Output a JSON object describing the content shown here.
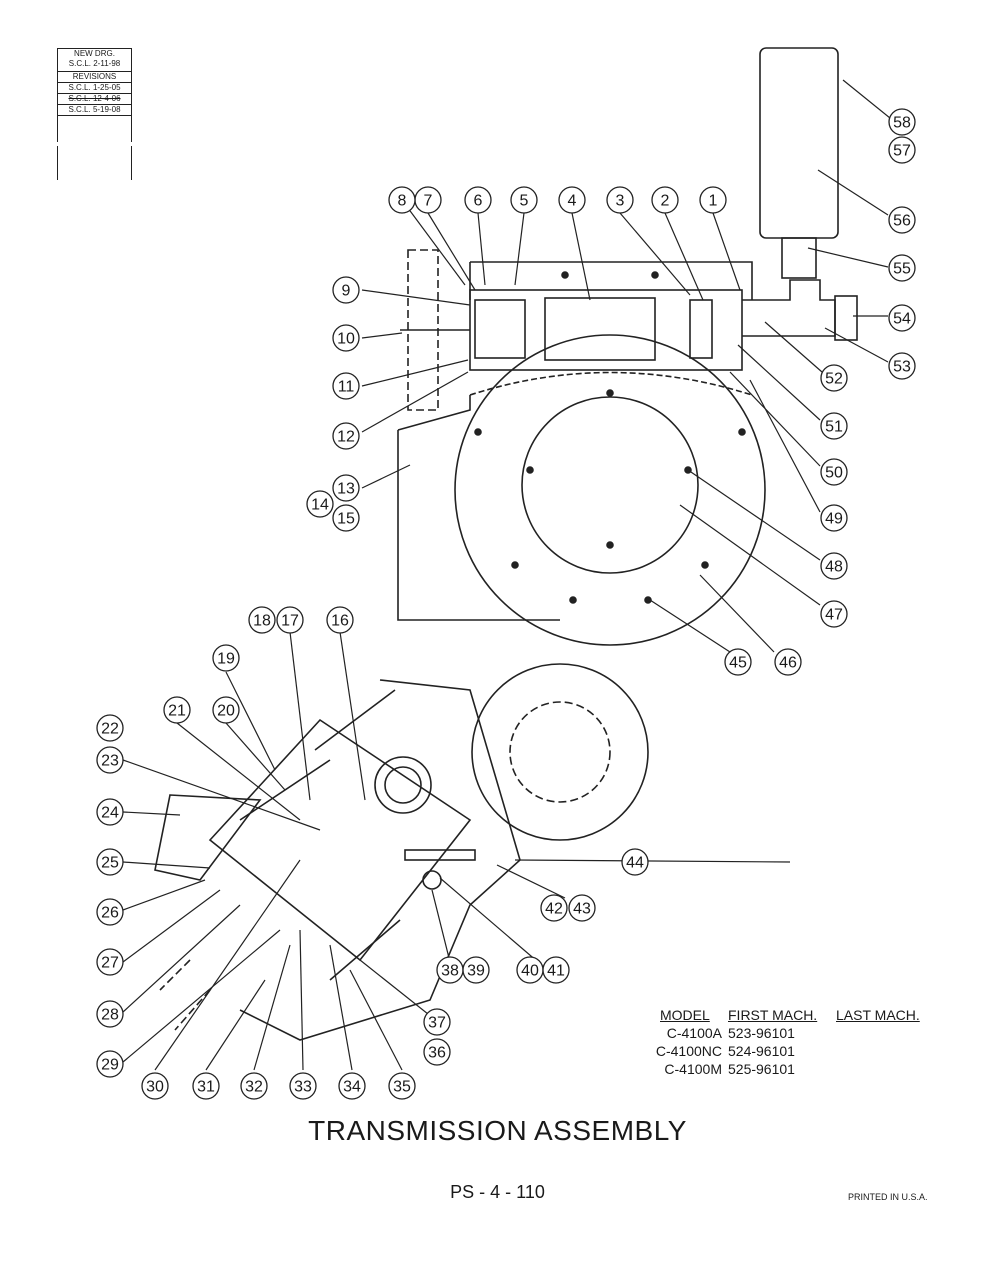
{
  "revisions": {
    "new_drawing": "NEW DRG.",
    "new_drawing_date": "S.C.L. 2-11-98",
    "header": "REVISIONS",
    "entries": [
      "S.C.L. 1-25-05",
      "S.C.L. 12-4-06",
      "S.C.L. 5-19-08"
    ]
  },
  "callouts": [
    "1",
    "2",
    "3",
    "4",
    "5",
    "6",
    "7",
    "8",
    "9",
    "10",
    "11",
    "12",
    "13",
    "14",
    "15",
    "16",
    "17",
    "18",
    "19",
    "20",
    "21",
    "22",
    "23",
    "24",
    "25",
    "26",
    "27",
    "28",
    "29",
    "30",
    "31",
    "32",
    "33",
    "34",
    "35",
    "36",
    "37",
    "38",
    "39",
    "40",
    "41",
    "42",
    "43",
    "44",
    "45",
    "46",
    "47",
    "48",
    "49",
    "50",
    "51",
    "52",
    "53",
    "54",
    "55",
    "56",
    "57",
    "58"
  ],
  "models": {
    "headers": [
      "MODEL",
      "FIRST MACH.",
      "LAST MACH."
    ],
    "rows": [
      [
        "C-4100A",
        "523-96101",
        ""
      ],
      [
        "C-4100NC",
        "524-96101",
        ""
      ],
      [
        "C-4100M",
        "525-96101",
        ""
      ]
    ]
  },
  "title": "TRANSMISSION ASSEMBLY",
  "page_number": "PS - 4 - 110",
  "printed": "PRINTED IN U.S.A."
}
